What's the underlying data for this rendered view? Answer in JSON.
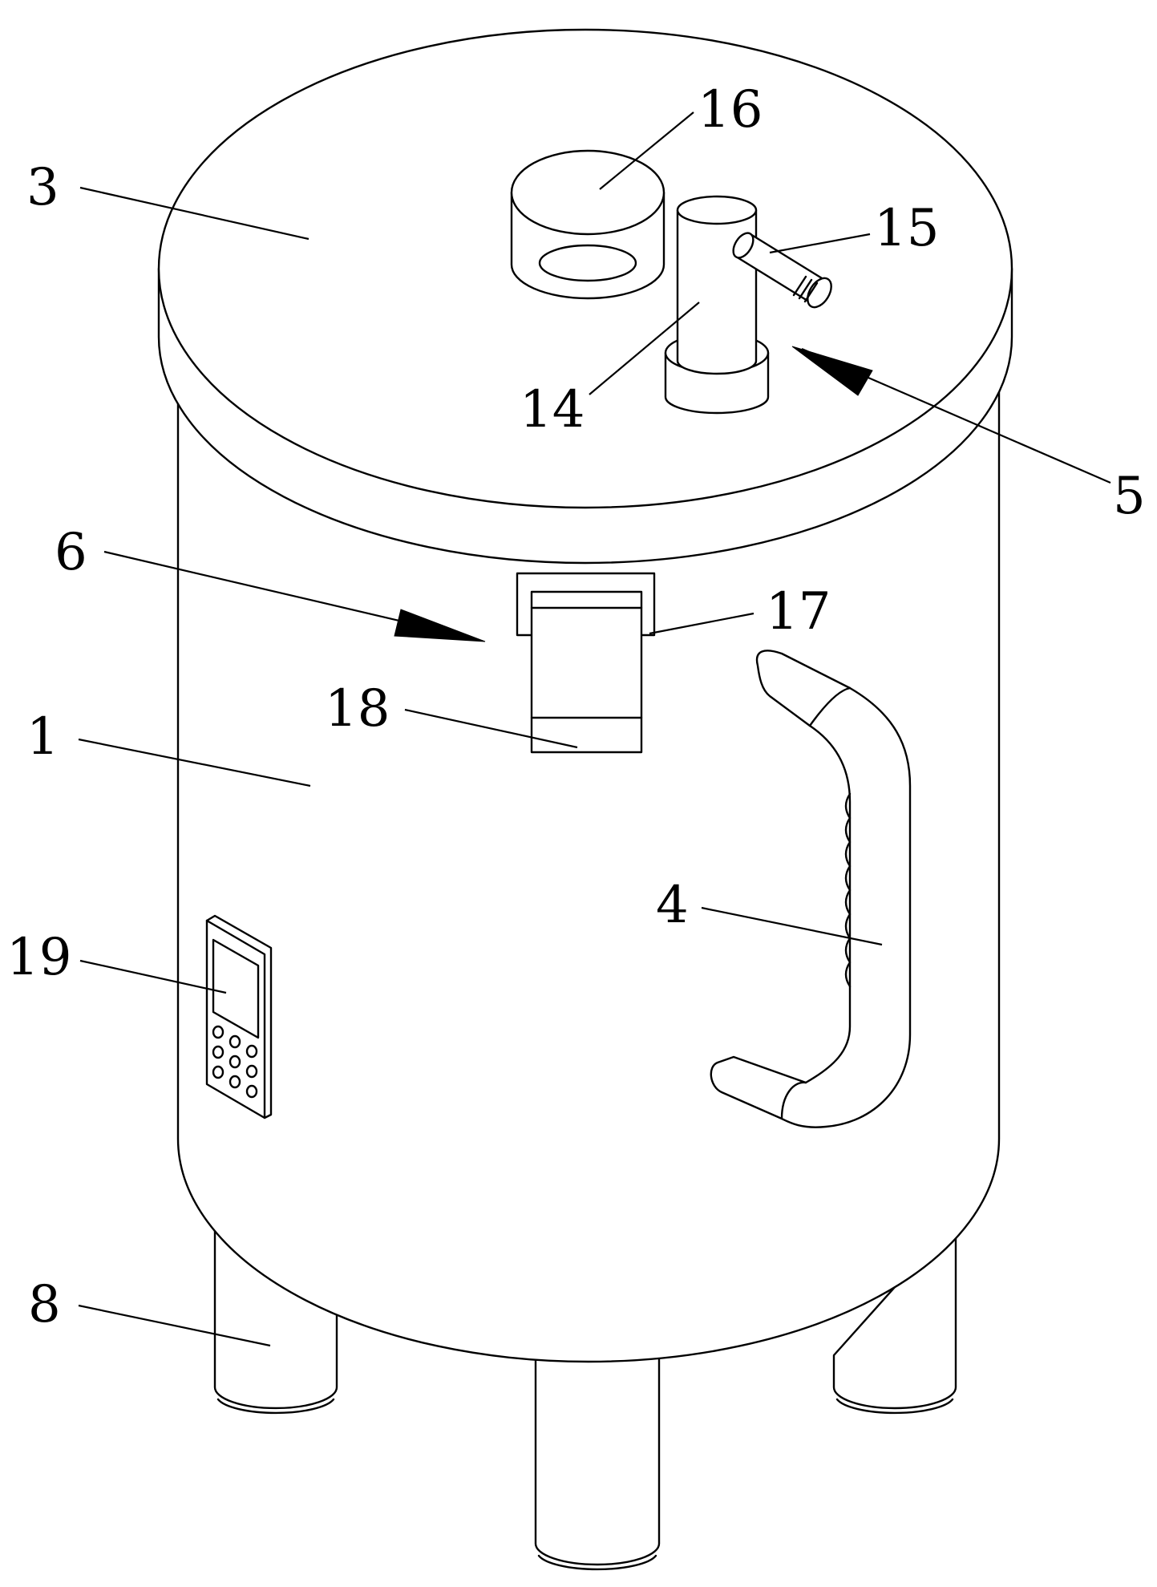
{
  "figure": {
    "labels": {
      "l1": "1",
      "l3": "3",
      "l4": "4",
      "l5": "5",
      "l6": "6",
      "l8": "8",
      "l14": "14",
      "l15": "15",
      "l16": "16",
      "l17": "17",
      "l18": "18",
      "l19": "19"
    },
    "line_color": "#000000",
    "background": "#ffffff"
  }
}
